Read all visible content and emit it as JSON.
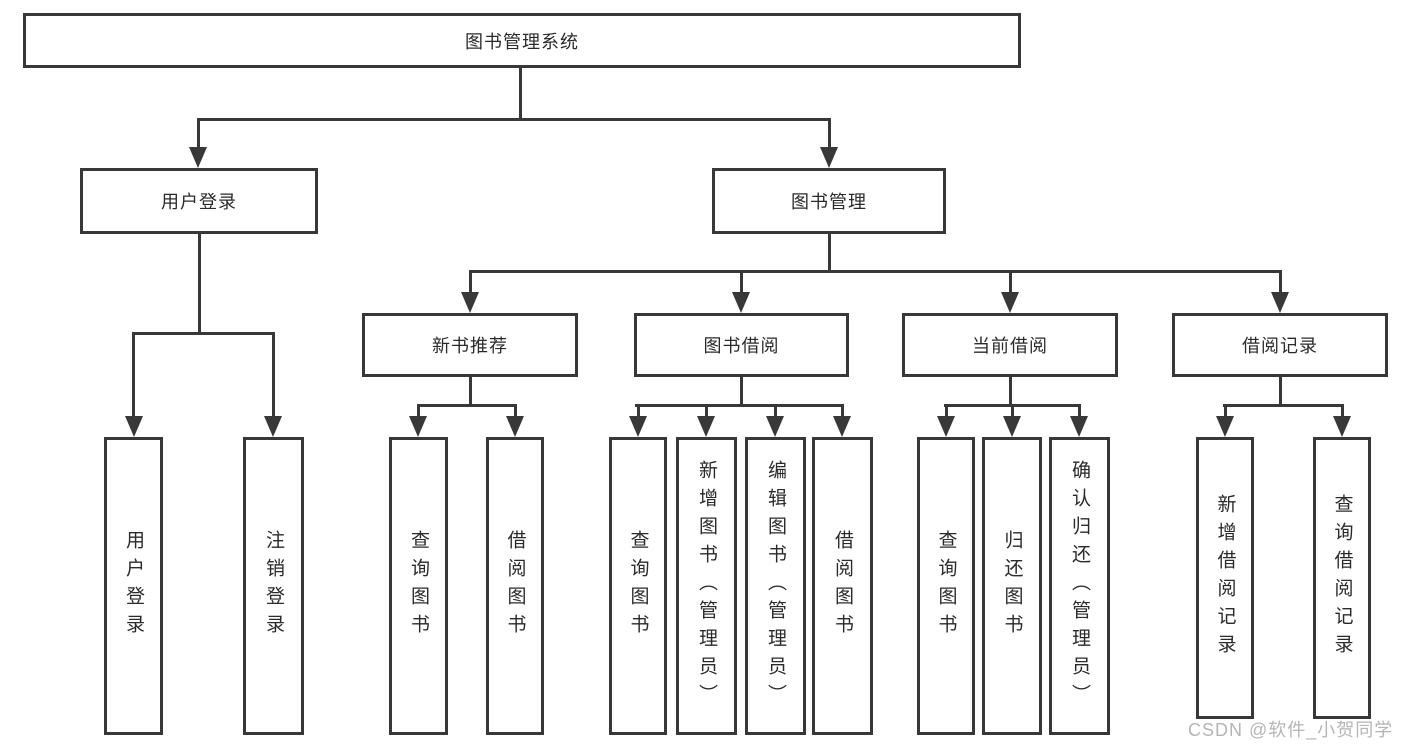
{
  "diagram": {
    "title_node": "图书管理系统",
    "nodes": {
      "root": "图书管理系统",
      "user_login": "用户登录",
      "book_management": "图书管理",
      "new_book_recommend": "新书推荐",
      "book_borrowing": "图书借阅",
      "current_borrowing": "当前借阅",
      "borrowing_records": "借阅记录",
      "leaves": {
        "user_login": [
          "用户登录",
          "注销登录"
        ],
        "new_book_recommend": [
          "查询图书",
          "借阅图书"
        ],
        "book_borrowing": [
          "查询图书",
          "新增图书（管理员）",
          "编辑图书（管理员）",
          "借阅图书"
        ],
        "current_borrowing": [
          "查询图书",
          "归还图书",
          "确认归还（管理员）"
        ],
        "borrowing_records": [
          "新增借阅记录",
          "查询借阅记录"
        ]
      }
    }
  },
  "watermark": {
    "text": "CSDN @软件_小贺同学",
    "color": "#b5b5b5"
  },
  "colors": {
    "line": "#383838",
    "text": "#2a2a2a",
    "background": "#ffffff"
  }
}
